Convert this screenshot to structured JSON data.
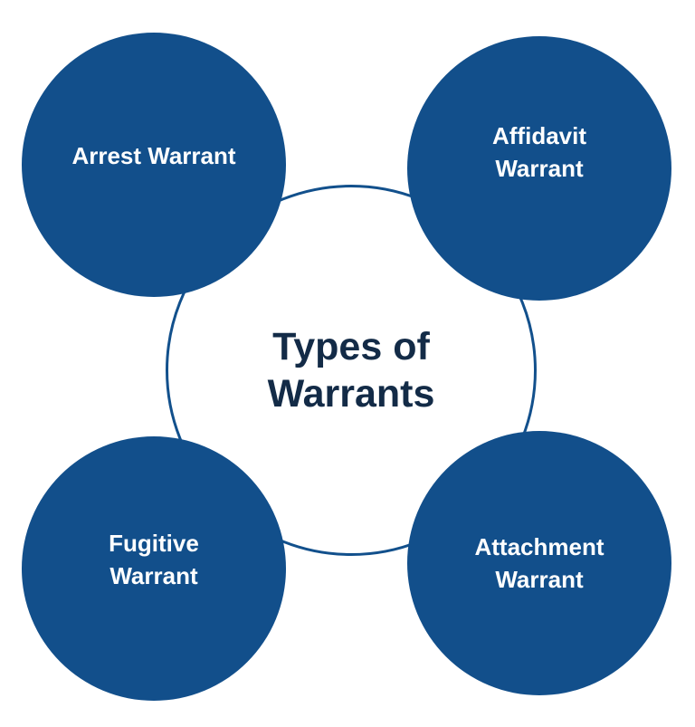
{
  "center": {
    "title": "Types of\nWarrants"
  },
  "nodes": [
    {
      "id": "arrest",
      "label": "Arrest Warrant"
    },
    {
      "id": "affidavit",
      "label": "Affidavit\nWarrant"
    },
    {
      "id": "fugitive",
      "label": "Fugitive\nWarrant"
    },
    {
      "id": "attachment",
      "label": "Attachment\nWarrant"
    }
  ],
  "colors": {
    "node_fill": "#124f8b",
    "ring_stroke": "#12508c",
    "title_text": "#132b47",
    "node_text": "#ffffff"
  }
}
